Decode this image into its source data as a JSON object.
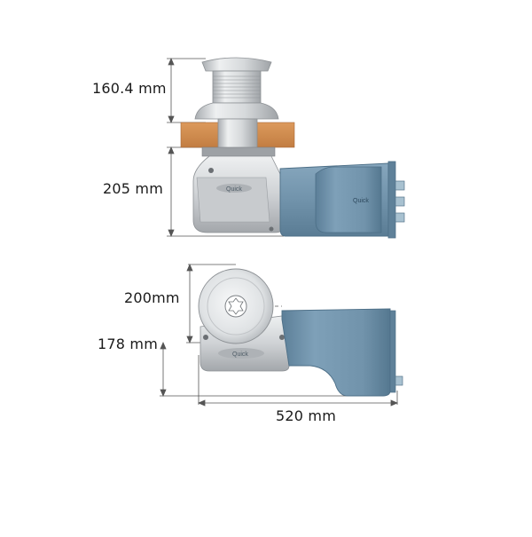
{
  "dimensions": {
    "capstan_height": "160.4 mm",
    "gearbox_height": "205 mm",
    "drum_diameter": "200mm",
    "base_height": "178 mm",
    "overall_length": "520 mm"
  },
  "brand_marks": [
    "Quick",
    "Quick",
    "Quick"
  ],
  "colors": {
    "motor_blue": "#6f93ad",
    "deck_wood": "#cf8a4e",
    "metal_light": "#e6e8ea",
    "metal_mid": "#b9bdc1",
    "dimension_line": "#555555"
  }
}
